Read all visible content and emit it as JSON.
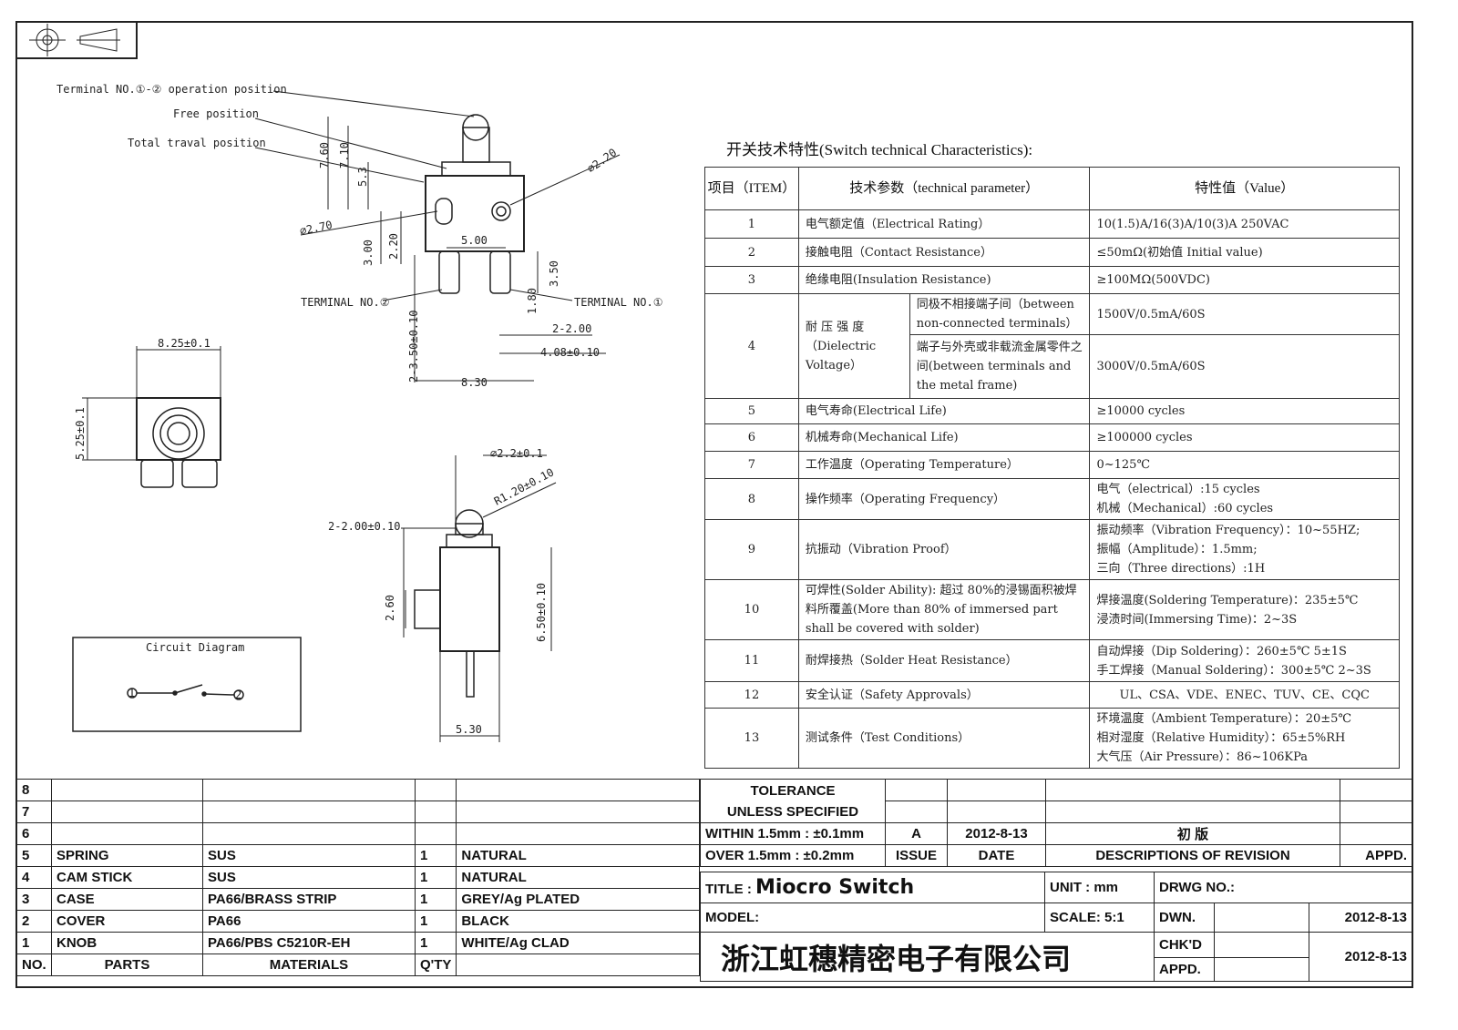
{
  "drawing": {
    "labels": {
      "op_pos": "Terminal NO.①-② operation position",
      "free_pos": "Free position",
      "total_pos": "Total traval position",
      "d760": "7.60",
      "d710": "7.10",
      "d53": "5.3",
      "d220dia": "⌀2.20",
      "d270dia": "⌀2.70",
      "d500": "5.00",
      "d300": "3.00",
      "d220": "2.20",
      "d350": "3.50",
      "term2": "TERMINAL NO.②",
      "term1": "TERMINAL NO.①",
      "d180": "1.80",
      "d2200": "2-2.00",
      "d408": "4.08±0.10",
      "d235": "2-3.50±0.10",
      "d830": "8.30",
      "d825": "8.25±0.1",
      "d525": "5.25±0.1",
      "d22": "⌀2.2±0.1",
      "r120": "R1.20±0.10",
      "d2200b": "2-2.00±0.10",
      "d260": "2.60",
      "d650": "6.50±0.10",
      "d530": "5.30",
      "circuit_title": "Circuit Diagram",
      "c1": "1",
      "c2": "2"
    }
  },
  "spec": {
    "title": "开关技术特性(Switch technical Characteristics):",
    "headers": {
      "item": "项目（ITEM）",
      "param": "技术参数（technical parameter）",
      "value": "特性值（Value）"
    },
    "rows": [
      {
        "item": "1",
        "param": "电气额定值（Electrical Rating）",
        "value": "10(1.5)A/16(3)A/10(3)A  250VAC"
      },
      {
        "item": "2",
        "param": "接触电阻（Contact  Resistance）",
        "value": "≤50mΩ(初始值 Initial value)"
      },
      {
        "item": "3",
        "param": "绝缘电阻(Insulation Resistance)",
        "value": "≥100MΩ(500VDC)"
      },
      {
        "item": "4",
        "param": "耐 压 强 度（Dielectric Voltage）",
        "sub1": "同极不相接端子间（between non-connected terminals）",
        "value1": "1500V/0.5mA/60S",
        "sub2": "端子与外壳或非载流金属零件之间(between terminals and the metal frame)",
        "value2": "3000V/0.5mA/60S"
      },
      {
        "item": "5",
        "param": "电气寿命(Electrical Life)",
        "value": "≥10000 cycles"
      },
      {
        "item": "6",
        "param": "机械寿命(Mechanical Life)",
        "value": "≥100000 cycles"
      },
      {
        "item": "7",
        "param": "工作温度（Operating Temperature）",
        "value": "0~125℃"
      },
      {
        "item": "8",
        "param": "操作频率（Operating Frequency）",
        "value": "电气（electrical）:15 cycles",
        "value_b": "机械（Mechanical）:60 cycles"
      },
      {
        "item": "9",
        "param": "抗振动（Vibration Proof）",
        "value": "振动频率（Vibration Frequency）：10~55HZ;",
        "value_b": "振幅（Amplitude）：1.5mm;",
        "value_c": "三向（Three directions）:1H"
      },
      {
        "item": "10",
        "param": "可焊性(Solder Ability): 超过 80%的浸锡面积被焊料所覆盖(More than 80% of immersed part shall be covered with solder)",
        "value": "焊接温度(Soldering Temperature)：235±5℃",
        "value_b": "浸渍时间(Immersing Time)：2~3S"
      },
      {
        "item": "11",
        "param": "耐焊接热（Solder Heat Resistance）",
        "value": "自动焊接（Dip Soldering）：260±5℃ 5±1S",
        "value_b": "手工焊接（Manual Soldering）：300±5℃ 2~3S"
      },
      {
        "item": "12",
        "param": "安全认证（Safety Approvals）",
        "value": "UL、CSA、VDE、ENEC、TUV、CE、CQC"
      },
      {
        "item": "13",
        "param": "测试条件（Test Conditions）",
        "value": "环境温度（Ambient Temperature）：20±5℃",
        "value_b": "相对湿度（Relative Humidity）：65±5%RH",
        "value_c": "大气压（Air Pressure）：86~106KPa"
      }
    ]
  },
  "bom": {
    "rows": [
      {
        "no": "8",
        "part": "",
        "material": "",
        "qty": "",
        "finish": ""
      },
      {
        "no": "7",
        "part": "",
        "material": "",
        "qty": "",
        "finish": ""
      },
      {
        "no": "6",
        "part": "",
        "material": "",
        "qty": "",
        "finish": ""
      },
      {
        "no": "5",
        "part": "SPRING",
        "material": "SUS",
        "qty": "1",
        "finish": "NATURAL"
      },
      {
        "no": "4",
        "part": "CAM STICK",
        "material": "SUS",
        "qty": "1",
        "finish": "NATURAL"
      },
      {
        "no": "3",
        "part": "CASE",
        "material": "PA66/BRASS STRIP",
        "qty": "1",
        "finish": "GREY/Ag PLATED"
      },
      {
        "no": "2",
        "part": "COVER",
        "material": "PA66",
        "qty": "1",
        "finish": "BLACK"
      },
      {
        "no": "1",
        "part": "KNOB",
        "material": "PA66/PBS C5210R-EH",
        "qty": "1",
        "finish": "WHITE/Ag CLAD"
      }
    ],
    "header": {
      "no": "NO.",
      "part": "PARTS",
      "material": "MATERIALS",
      "qty": "Q'TY"
    }
  },
  "titleblock": {
    "tol1": "TOLERANCE",
    "tol2": "UNLESS  SPECIFIED",
    "tol3": "WITHIN 1.5mm : ±0.1mm",
    "tol4": "OVER 1.5mm : ±0.2mm",
    "issue": "A",
    "date": "2012-8-13",
    "desc": "初  版",
    "issue_h": "ISSUE",
    "date_h": "DATE",
    "desc_h": "DESCRIPTIONS OF REVISION",
    "appd_h": "APPD.",
    "title_l": "TITLE :",
    "title": "Miocro Switch",
    "unit_l": "UNIT :",
    "unit": "mm",
    "drwg": "DRWG NO.:",
    "model": "MODEL:",
    "scale_l": "SCALE:",
    "scale": "5:1",
    "dwn": "DWN.",
    "dwn_date": "2012-8-13",
    "chkd": "CHK'D",
    "chkd_date": "2012-8-13",
    "appd": "APPD.",
    "company": "浙江虹穗精密电子有限公司"
  }
}
